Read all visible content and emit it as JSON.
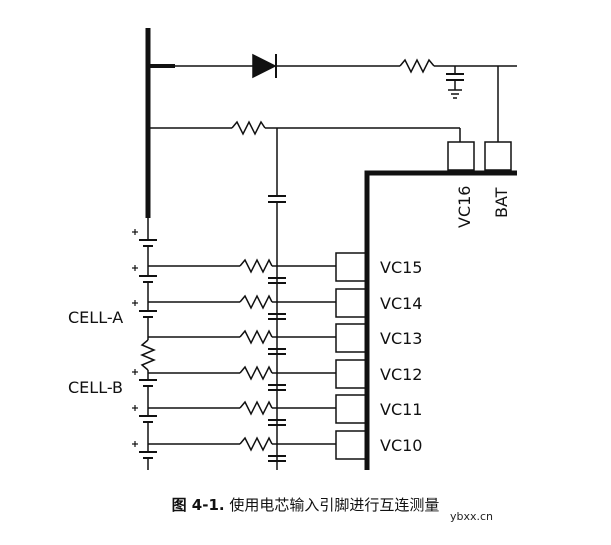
{
  "pins": [
    {
      "id": "vc15",
      "label": "VC15"
    },
    {
      "id": "vc14",
      "label": "VC14"
    },
    {
      "id": "vc13",
      "label": "VC13"
    },
    {
      "id": "vc12",
      "label": "VC12"
    },
    {
      "id": "vc11",
      "label": "VC11"
    },
    {
      "id": "vc10",
      "label": "VC10"
    }
  ],
  "top_pins": {
    "vc16": "VC16",
    "bat": "BAT"
  },
  "cells": {
    "a": "CELL-A",
    "b": "CELL-B"
  },
  "caption": {
    "number": "图 4-1.",
    "text": "使用电芯输入引脚进行互连测量"
  },
  "watermark": "ybxx.cn"
}
